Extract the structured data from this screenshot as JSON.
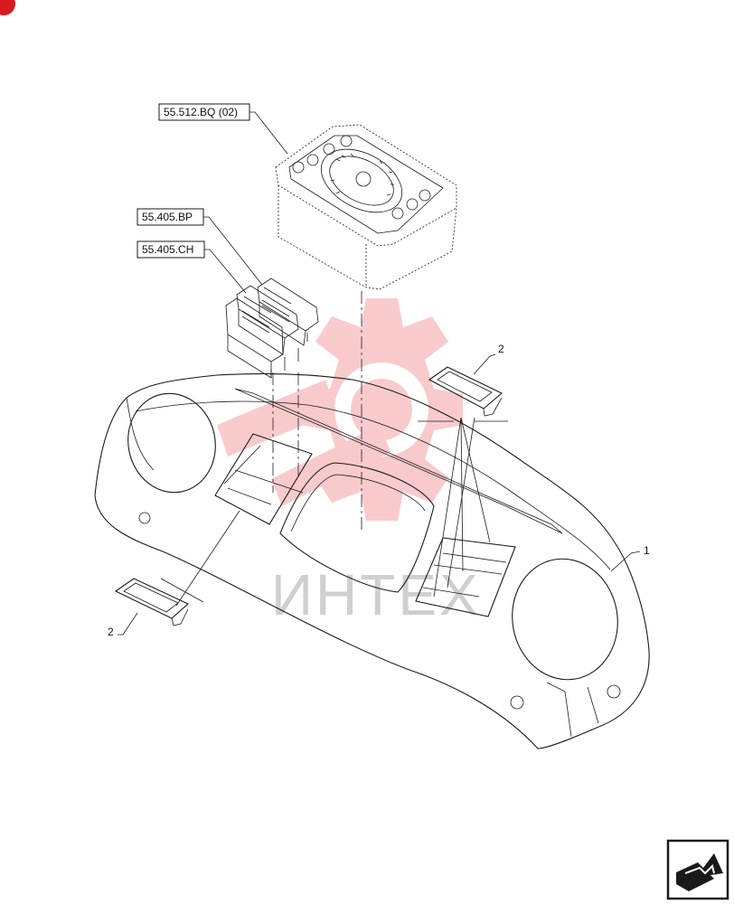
{
  "references": {
    "cluster": "55.512.BQ (02)",
    "switch_upper": "55.405.BP",
    "switch_lower": "55.405.CH"
  },
  "callouts": {
    "panel": "1",
    "cover_right": "2",
    "cover_left": "2"
  },
  "watermark": {
    "text": "ИНТЕХ",
    "color": "#e8141b"
  },
  "nav": {
    "icon": "next-page-arrow-icon"
  }
}
